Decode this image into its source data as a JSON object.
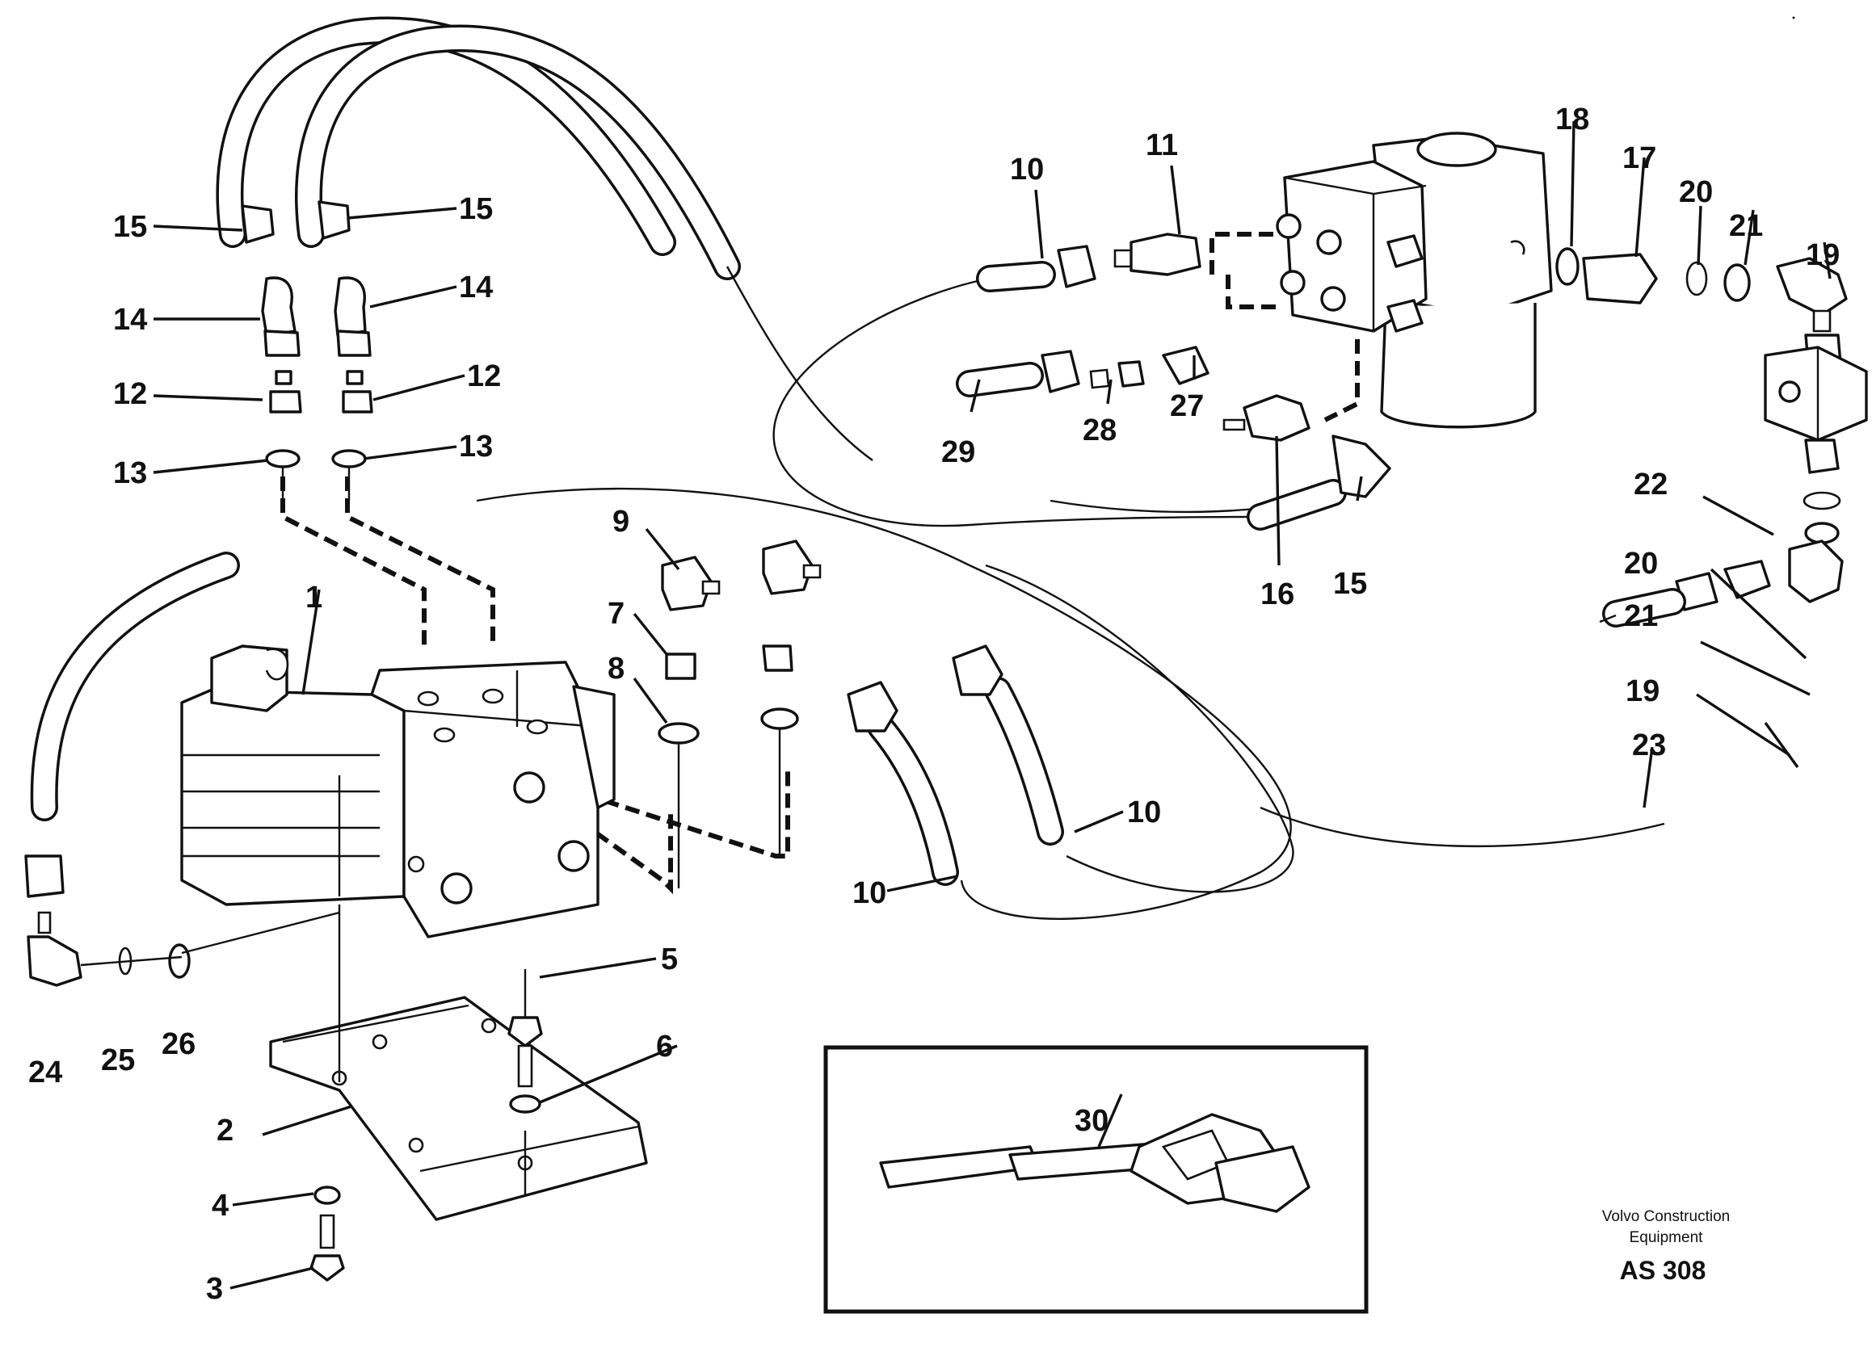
{
  "callouts": [
    "1",
    "2",
    "3",
    "4",
    "5",
    "6",
    "7",
    "8",
    "9",
    "10",
    "10",
    "10",
    "10",
    "11",
    "12",
    "12",
    "13",
    "13",
    "14",
    "14",
    "15",
    "15",
    "15",
    "16",
    "17",
    "18",
    "19",
    "19",
    "20",
    "20",
    "21",
    "21",
    "22",
    "23",
    "24",
    "25",
    "26",
    "27",
    "28",
    "29",
    "30"
  ],
  "caption": {
    "line1": "Volvo Construction",
    "line2": "Equipment",
    "code": "AS 308"
  }
}
